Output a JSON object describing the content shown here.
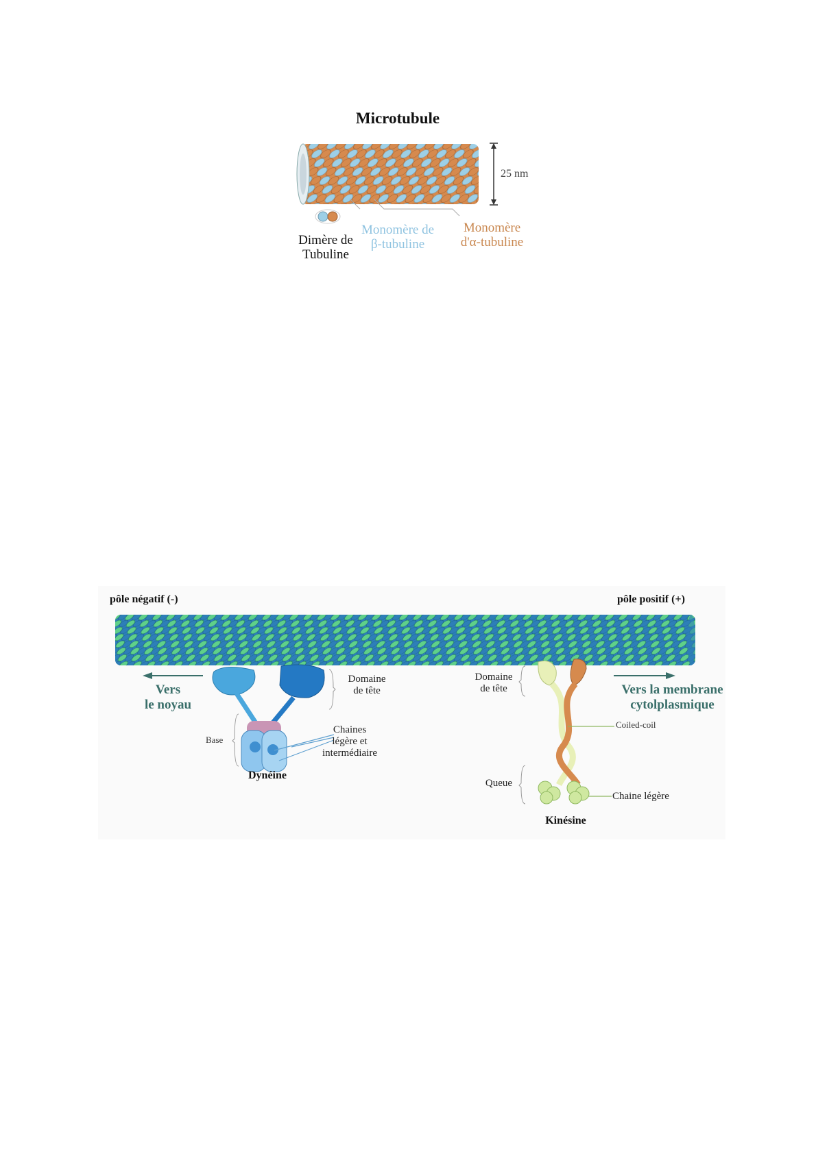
{
  "figure1": {
    "title": "Microtubule",
    "size_label": "25 nm",
    "dimer_label_l1": "Dimère de",
    "dimer_label_l2": "Tubuline",
    "beta_label_l1": "Monomère de",
    "beta_label_l2": "β-tubuline",
    "alpha_label_l1": "Monomère",
    "alpha_label_l2": "d'α-tubuline",
    "colors": {
      "beta": "#9dcfe6",
      "alpha": "#d68a4e"
    }
  },
  "figure2": {
    "pole_negative": "pôle négatif (-)",
    "pole_positive": "pôle positif (+)",
    "to_nucleus_l1": "Vers",
    "to_nucleus_l2": "le noyau",
    "to_membrane_l1": "Vers la membrane",
    "to_membrane_l2": "cytolplasmique",
    "dynein": {
      "name": "Dynéine",
      "head_l1": "Domaine",
      "head_l2": "de tête",
      "base": "Base",
      "chains_l1": "Chaines",
      "chains_l2": "légère et",
      "chains_l3": "intermédiaire"
    },
    "kinesin": {
      "name": "Kinésine",
      "head_l1": "Domaine",
      "head_l2": "de tête",
      "coiled": "Coiled-coil",
      "tail": "Queue",
      "light_chain": "Chaine légère"
    },
    "colors": {
      "tube_dark": "#2d7fb8",
      "tube_light": "#5fd08a",
      "arrow": "#3a6f6a"
    }
  }
}
